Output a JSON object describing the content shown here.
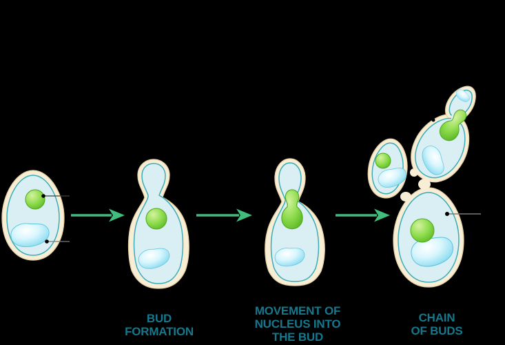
{
  "diagram": {
    "subject": "budding-in-yeast",
    "stages": [
      {
        "name": "yeast-cell",
        "label_lines": []
      },
      {
        "name": "bud-formation",
        "label_lines": [
          "BUD",
          "FORMATION"
        ]
      },
      {
        "name": "movement-of-nucleus-into-the-bud",
        "label_lines": [
          "MOVEMENT OF",
          "NUCLEUS INTO",
          "THE BUD"
        ]
      },
      {
        "name": "chain-of-buds",
        "label_lines": [
          "CHAIN",
          "OF BUDS"
        ]
      }
    ],
    "arrow_count": 3,
    "pointer_dots": 4
  },
  "colors": {
    "background": "#000000",
    "label_text": "#15788c",
    "arrow": "#41bd7d",
    "cell_wall_fill": "#f8eed5",
    "cell_wall_outline": "#e6d2a6",
    "membrane": "#3aabb9",
    "cytoplasm": "#daeff4",
    "nucleus_green": "#76cc32",
    "vacuole_blue": "#7fd6ee",
    "pointer_line": "#7a7a7a",
    "pointer_dot": "#000000"
  }
}
